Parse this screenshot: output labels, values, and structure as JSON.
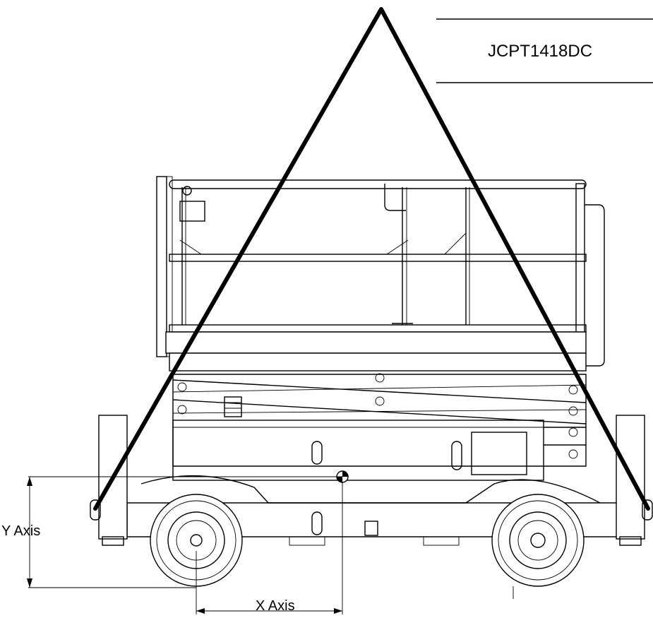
{
  "model": "JCPT1418DC",
  "axes": {
    "y_label": "Y Axis",
    "x_label": "X Axis"
  },
  "colors": {
    "line": "#000000",
    "background": "#ffffff"
  }
}
